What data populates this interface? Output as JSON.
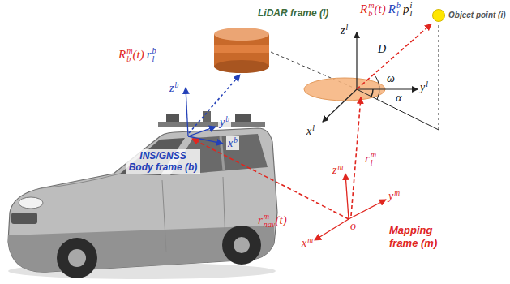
{
  "diagram": {
    "nodes": [
      {
        "text": [
          "Object point (i)"
        ]
      }
    ],
    "labels": [
      "LiDAR frame (l)",
      "Rbm(t)",
      "Rlb",
      "pli",
      "zl",
      "D",
      "ω",
      "yl",
      "α",
      "xl",
      "Rbm(t)",
      "rlb",
      "zb",
      "yb",
      "xb",
      "INS/GNSS Body frame (b)",
      "rlm",
      "rnavm(t)",
      "zm",
      "ym",
      "xm",
      "o",
      "Mapping frame (m)"
    ]
  }
}
